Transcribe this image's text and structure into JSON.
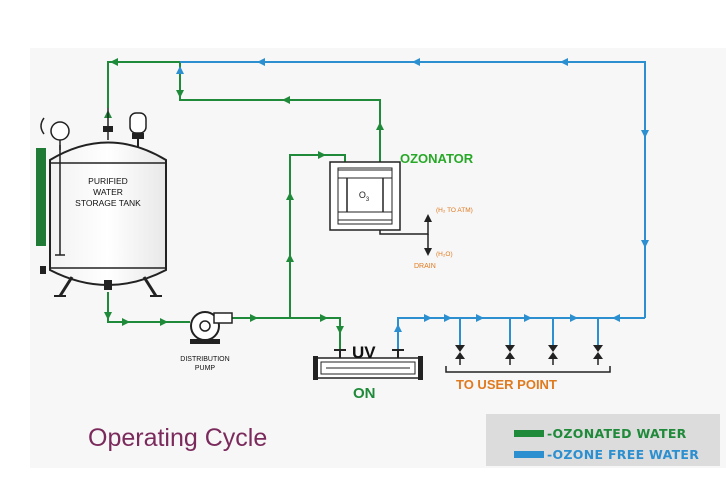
{
  "colors": {
    "ozonated": "#1f8a3a",
    "ozone_free": "#2b8fd0",
    "ozonator_label": "#27a827",
    "orange": "#e07a1f",
    "line": "#333333",
    "caption": "#7b2a5c",
    "legend_bg": "#dcdcdc"
  },
  "tank": {
    "label_lines": [
      "PURIFIED",
      "WATER",
      "STORAGE TANK"
    ]
  },
  "pump": {
    "label_lines": [
      "DISTRIBUTION",
      "PUMP"
    ]
  },
  "ozonator": {
    "title": "OZONATOR",
    "chamber": "O",
    "chamber_sub": "3"
  },
  "vent": {
    "vent_label": "(H₂ TO ATM)",
    "water_label": "(H₂O)",
    "drain_label": "DRAIN"
  },
  "uv": {
    "label": "UV",
    "status": "ON"
  },
  "user_point": {
    "label": "TO USER POINT"
  },
  "caption": "Operating Cycle",
  "legend": {
    "items": [
      {
        "label": "OZONATED WATER",
        "color": "#1f8a3a"
      },
      {
        "label": "OZONE FREE WATER",
        "color": "#2b8fd0"
      }
    ]
  }
}
